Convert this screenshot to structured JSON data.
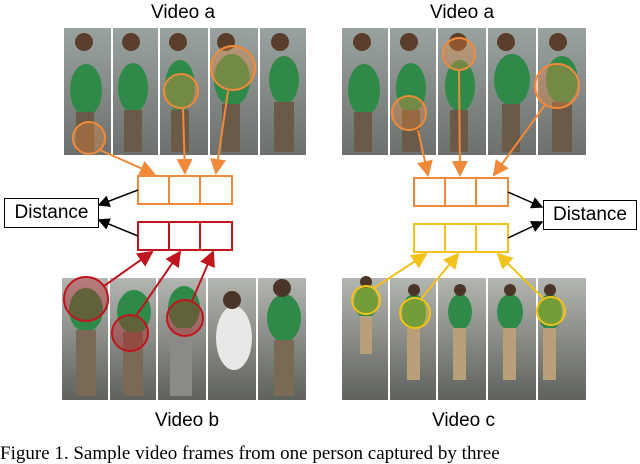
{
  "labels": {
    "top_left": "Video a",
    "top_right": "Video a",
    "bottom_left": "Video b",
    "bottom_right": "Video c"
  },
  "distance_left": "Distance",
  "distance_right": "Distance",
  "caption": "Figure 1. Sample video frames from one person captured by three",
  "colors": {
    "orange": "#f08a3a",
    "red": "#c0141e",
    "yellow": "#f2c11a",
    "shirt_green": "#2f8a4a"
  }
}
